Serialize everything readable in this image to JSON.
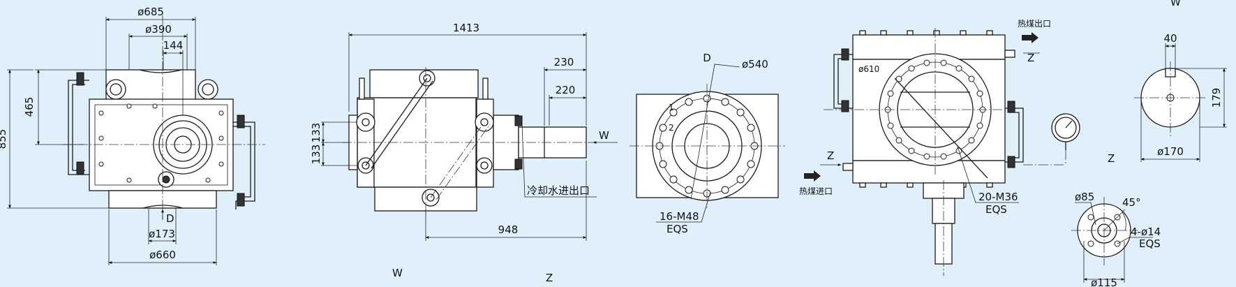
{
  "colors": {
    "background": "#dff0fb",
    "line": "#1a1a1a"
  },
  "front_view": {
    "dims": {
      "d685": "ø685",
      "d390": "ø390",
      "w144": "144",
      "h465": "465",
      "h855": "855",
      "d173": "ø173",
      "d660": "ø660"
    },
    "view_mark": "D"
  },
  "side_view": {
    "dims": {
      "w1413": "1413",
      "w230": "230",
      "w220": "220",
      "h133a": "133",
      "h133b": "133",
      "w948": "948"
    },
    "callout": "冷却水进出口",
    "view_mark": "W"
  },
  "view_d": {
    "label": "D",
    "dims": {
      "d540": "ø540"
    },
    "hole_a": "1",
    "hole_b": "2",
    "callout_line1": "16-M48",
    "callout_line2": "EQS"
  },
  "rear_view": {
    "dims": {
      "d610": "ø610"
    },
    "label_out": "热煤出口",
    "label_in": "热煤进口",
    "z_mark_top": "Z",
    "z_mark_left": "Z",
    "callout_line1": "20-M36",
    "callout_line2": "EQS"
  },
  "view_w": {
    "label": "W",
    "dims": {
      "w40": "40",
      "h179": "179",
      "d170": "ø170"
    }
  },
  "view_z": {
    "label": "Z",
    "dims": {
      "d85": "ø85",
      "ang45": "45°",
      "callout_line1": "4-ø14",
      "callout_line2": "EQS",
      "d115": "ø115"
    }
  },
  "bottom_labels": {
    "w": "W",
    "z": "Z"
  }
}
